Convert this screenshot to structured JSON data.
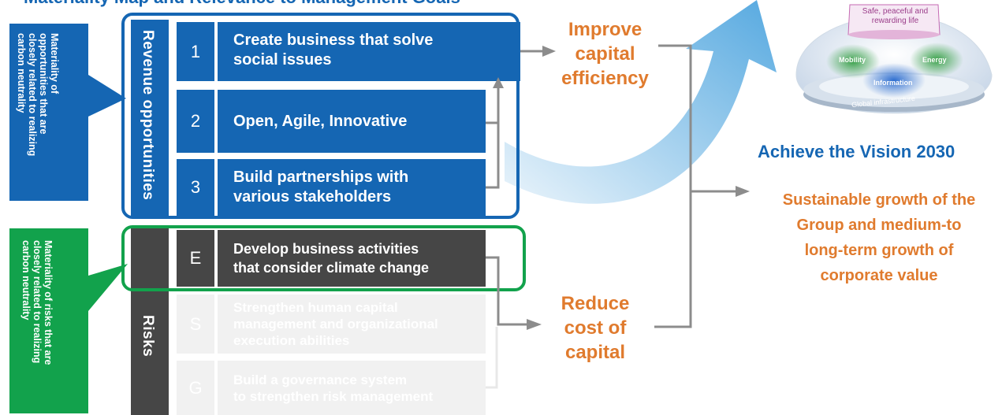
{
  "header": {
    "partial_title": "Materiality Map and Relevance to Management Goals"
  },
  "callouts": {
    "opportunities": [
      "Materiality of",
      "opportunities that are",
      "closely related to realizing",
      "carbon neutrality"
    ],
    "risks": [
      "Materiality of risks that are",
      "closely related to realizing",
      "carbon neutrality"
    ]
  },
  "groups": {
    "revenue": "Revenue opportunities",
    "risks": "Risks"
  },
  "items": [
    {
      "id": "1",
      "lines": [
        "Create business that solve",
        "social issues"
      ]
    },
    {
      "id": "2",
      "lines": [
        "Open, Agile, Innovative"
      ]
    },
    {
      "id": "3",
      "lines": [
        "Build partnerships with",
        "various stakeholders"
      ]
    },
    {
      "id": "E",
      "lines": [
        "Develop business activities",
        "that consider climate change"
      ]
    },
    {
      "id": "S",
      "lines": [
        "Strengthen human capital",
        "management and organizational",
        "execution abilities"
      ]
    },
    {
      "id": "G",
      "lines": [
        "Build a governance system",
        "to strengthen risk management"
      ]
    }
  ],
  "outcomes": {
    "improve": [
      "Improve",
      "capital",
      "efficiency"
    ],
    "reduce": [
      "Reduce",
      "cost of",
      "capital"
    ]
  },
  "vision": {
    "dome_top": [
      "Safe, peaceful and",
      "rewarding life"
    ],
    "mobility": "Mobility",
    "energy": "Energy",
    "information": "Information",
    "infrastructure": "Global infrastructure",
    "title": "Achieve the Vision 2030",
    "goal": [
      "Sustainable growth of the",
      "Group and medium-to",
      "long-term growth of",
      "corporate value"
    ]
  },
  "colors": {
    "blue": "#1566b3",
    "dark": "#464646",
    "green": "#12a24c",
    "orange": "#e07b2e",
    "gray_line": "#8c8c8c"
  }
}
